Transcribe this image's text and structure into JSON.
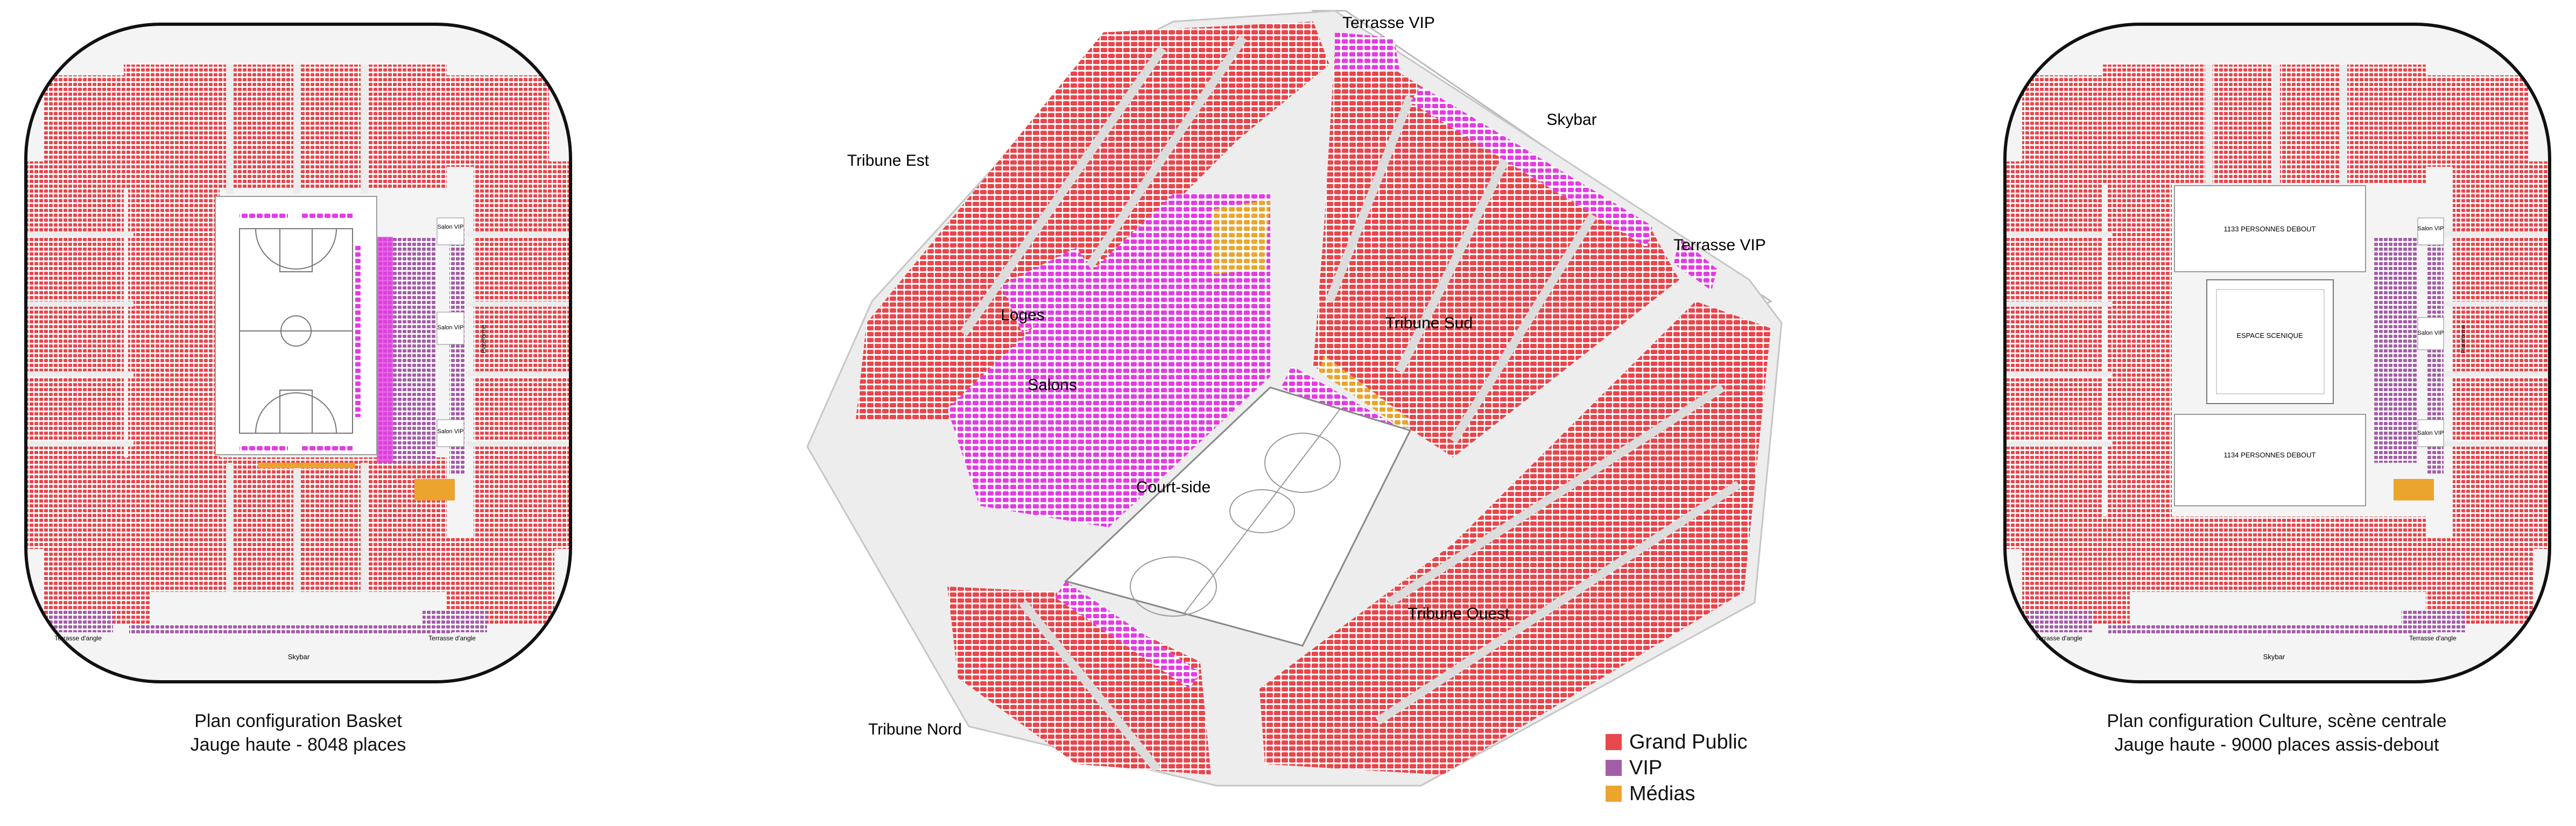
{
  "colors": {
    "grand_public": "#e8474c",
    "vip": "#a45ea8",
    "medias": "#eba52e",
    "vip_bright": "#e43ce4",
    "structure": "#d9d9d9",
    "outline": "#111111"
  },
  "left_plan": {
    "caption_line1": "Plan configuration Basket",
    "caption_line2": "Jauge haute - 8048 places",
    "labels": {
      "salon_vip": "Salon VIP",
      "terrasse_angle": "Terrasse d'angle",
      "skybar": "Skybar",
      "platform": "Plateforme"
    }
  },
  "center_plan": {
    "labels": {
      "terrasse_vip_top": "Terrasse VIP",
      "skybar": "Skybar",
      "tribune_est": "Tribune Est",
      "terrasse_vip_right": "Terrasse VIP",
      "loges": "Loges",
      "tribune_sud": "Tribune Sud",
      "salons": "Salons",
      "court_side": "Court-side",
      "tribune_ouest": "Tribune Ouest",
      "tribune_nord": "Tribune Nord"
    }
  },
  "legend": [
    {
      "label": "Grand Public",
      "color": "#e8474c"
    },
    {
      "label": "VIP",
      "color": "#a45ea8"
    },
    {
      "label": "Médias",
      "color": "#eba52e"
    }
  ],
  "right_plan": {
    "caption_line1": "Plan configuration Culture, scène centrale",
    "caption_line2": "Jauge haute - 9000 places assis-debout",
    "labels": {
      "standing_top": "1133 PERSONNES DEBOUT",
      "stage": "ESPACE SCENIQUE",
      "standing_bottom": "1134 PERSONNES DEBOUT",
      "salon_vip": "Salon VIP",
      "terrasse_angle": "Terrasse d'angle",
      "skybar": "Skybar",
      "platform": "Plateforme"
    }
  }
}
